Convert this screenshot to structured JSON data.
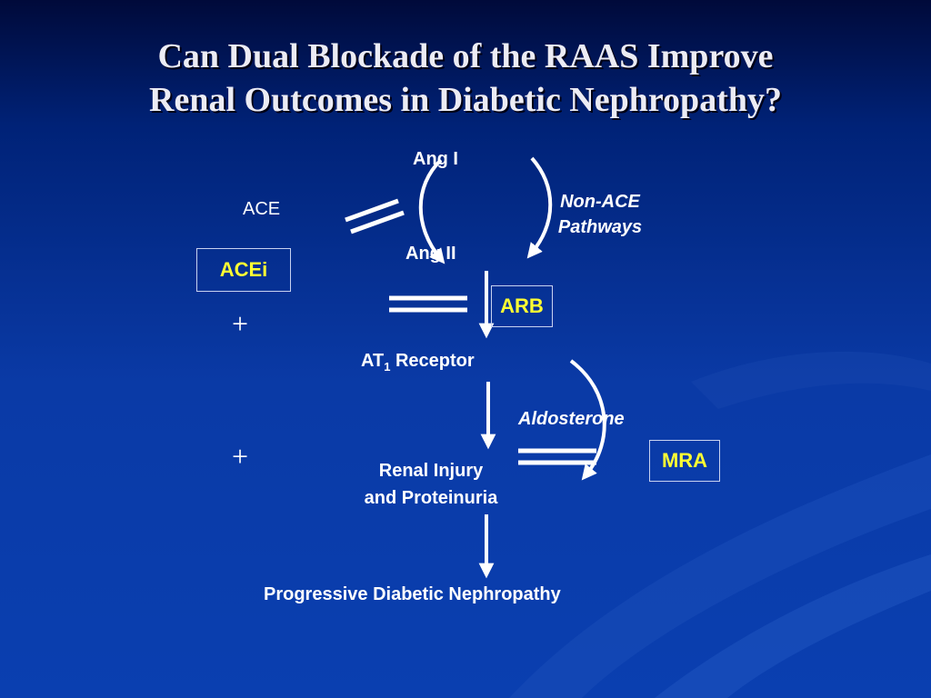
{
  "slide": {
    "title_line1": "Can Dual Blockade of the RAAS Improve",
    "title_line2": "Renal Outcomes in Diabetic Nephropathy?"
  },
  "diagram": {
    "ang1": "Ang I",
    "ang2": "Ang II",
    "ace": "ACE",
    "non_ace_line1": "Non-ACE",
    "non_ace_line2": "Pathways",
    "acei": "ACEi",
    "arb": "ARB",
    "at1_prefix": "AT",
    "at1_sub": "1",
    "at1_suffix": " Receptor",
    "aldosterone": "Aldosterone",
    "mra": "MRA",
    "renal_line1": "Renal Injury",
    "renal_line2": "and Proteinuria",
    "progressive": "Progressive Diabetic Nephropathy",
    "plus1": "+",
    "plus2": "+"
  },
  "colors": {
    "background_top": "#000a3a",
    "background_bottom": "#0a3fb0",
    "box_text": "#ffff33",
    "text": "#ffffff"
  }
}
